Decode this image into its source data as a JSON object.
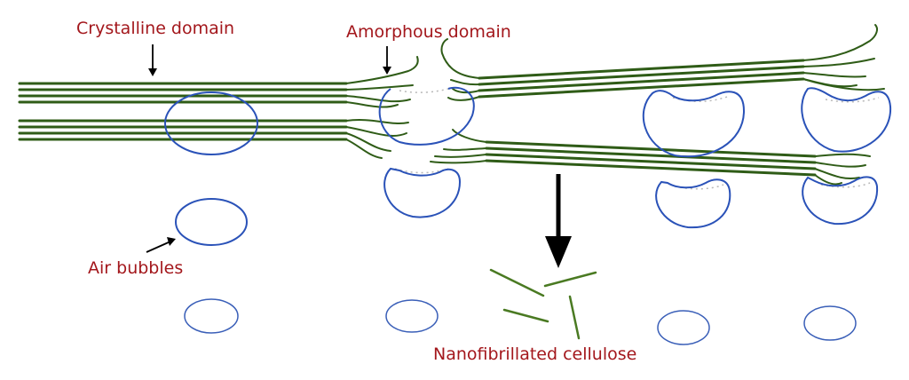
{
  "labels": {
    "crystalline": "Crystalline domain",
    "amorphous": "Amorphous domain",
    "air_bubbles": "Air bubbles",
    "nanofibrillated": "Nanofibrillated cellulose"
  },
  "colors": {
    "label_text": "#a3171c",
    "fiber": "#2f5c17",
    "bubble": "#2a52b8",
    "arrow": "#000000"
  }
}
